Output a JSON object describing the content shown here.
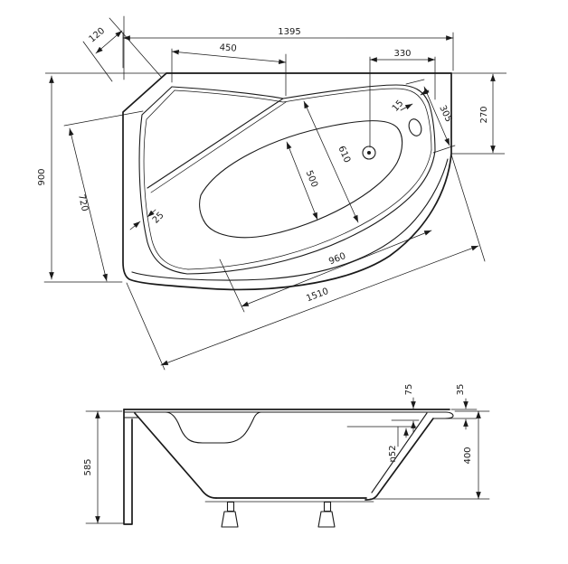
{
  "drawing": {
    "subject": "asymmetric corner bathtub technical drawing",
    "views": {
      "plan": "top view",
      "side": "front elevation"
    }
  },
  "colors": {
    "outline": "#1a1a1a",
    "wall_line": "#9b9b9b",
    "background": "#ffffff"
  },
  "dims": {
    "plan": {
      "overall_width": "1395",
      "corner_chamfer": "120",
      "shelf_edge": "450",
      "drain_offset": "330",
      "right_side": "270",
      "rim_slant": "305",
      "rim_width_right": "15",
      "left_side": "900",
      "left_inner": "720",
      "rim_gap_left": "25",
      "inner_width": "610",
      "basin_width": "500",
      "inner_length": "960",
      "overall_length": "1510"
    },
    "side": {
      "total_height": "585",
      "overflow_offset": "75",
      "rim_thickness": "35",
      "shell_depth": "400",
      "overflow_diameter": "n52"
    }
  }
}
